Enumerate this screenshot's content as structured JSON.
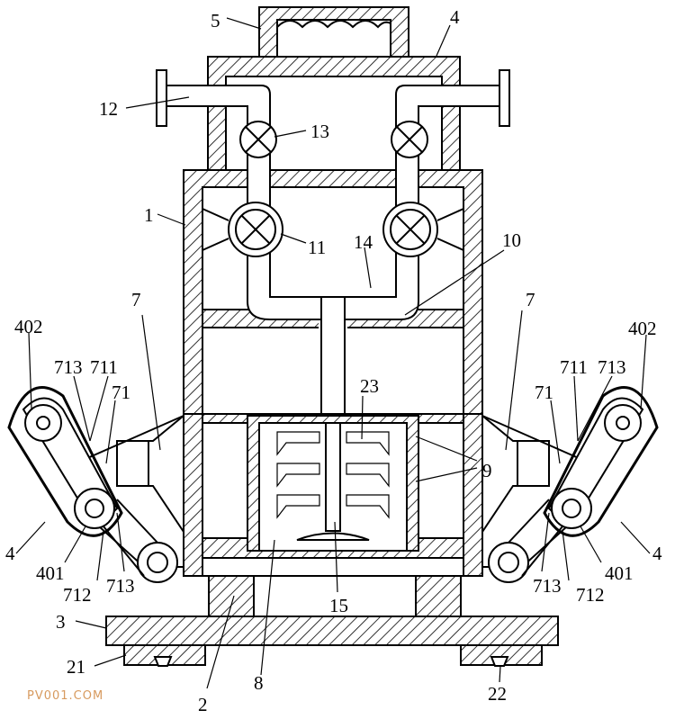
{
  "labels": {
    "l5": "5",
    "l4_top": "4",
    "l12": "12",
    "l13": "13",
    "l1": "1",
    "l11": "11",
    "l14": "14",
    "l10": "10",
    "l7_left": "7",
    "l7_right": "7",
    "l402_left": "402",
    "l402_right": "402",
    "l713_left": "713",
    "l711_left": "711",
    "l711_right": "711",
    "l713_right": "713",
    "l71_left": "71",
    "l71_right": "71",
    "l23": "23",
    "l9": "9",
    "l4_left": "4",
    "l4_right": "4",
    "l401_left": "401",
    "l401_right": "401",
    "l712_left": "712",
    "l712_right": "712",
    "l713_left_low": "713",
    "l713_right_low": "713",
    "l15": "15",
    "l3": "3",
    "l21": "21",
    "l2": "2",
    "l8": "8",
    "l22": "22"
  },
  "watermark": "PV001.COM"
}
